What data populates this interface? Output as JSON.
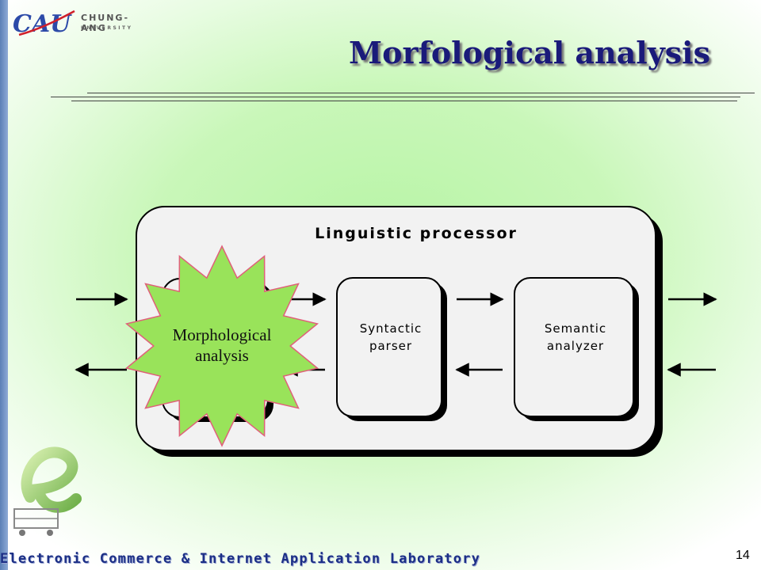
{
  "slide": {
    "title": "Morfological analysis",
    "page_number": "14"
  },
  "logo": {
    "mark": "CAU",
    "line1": "CHUNG-ANG",
    "line2": "UNIVERSITY"
  },
  "diagram": {
    "processor_title": "Linguistic processor",
    "syntactic_label": "Syntactic parser",
    "syntactic_line1": "Syntactic",
    "syntactic_line2": "parser",
    "semantic_label": "Semantic analyzer",
    "semantic_line1": "Semantic",
    "semantic_line2": "analyzer",
    "starburst_line1": "Morphological",
    "starburst_line2": "analysis"
  },
  "footer": {
    "lab_name": "Electronic Commerce & Internet Application Laboratory"
  },
  "colors": {
    "title": "#1a1a7a",
    "background_green": "#b6f4a4",
    "starburst_fill": "#99e35a",
    "starburst_stroke": "#e0607a",
    "footer_text": "#1c2f86"
  }
}
